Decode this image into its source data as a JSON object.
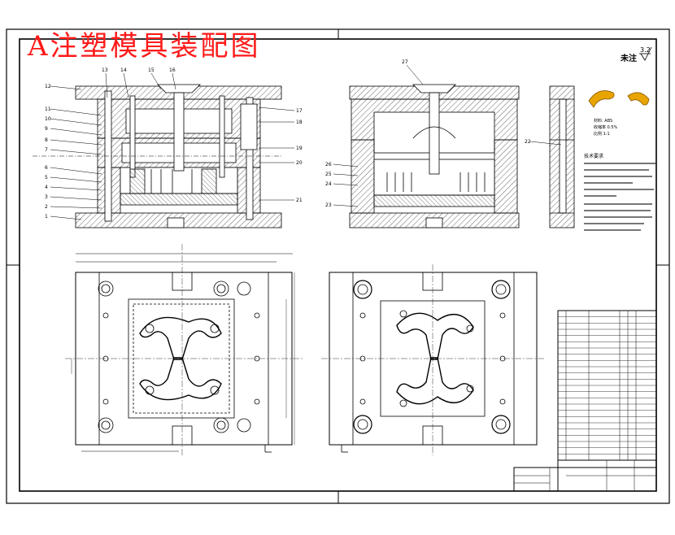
{
  "drawing": {
    "title": "A注塑模具装配图",
    "roughness_note": "未注",
    "roughness_value": "3.2",
    "title_color": "#ff1a1a",
    "line_color": "#000000"
  }
}
